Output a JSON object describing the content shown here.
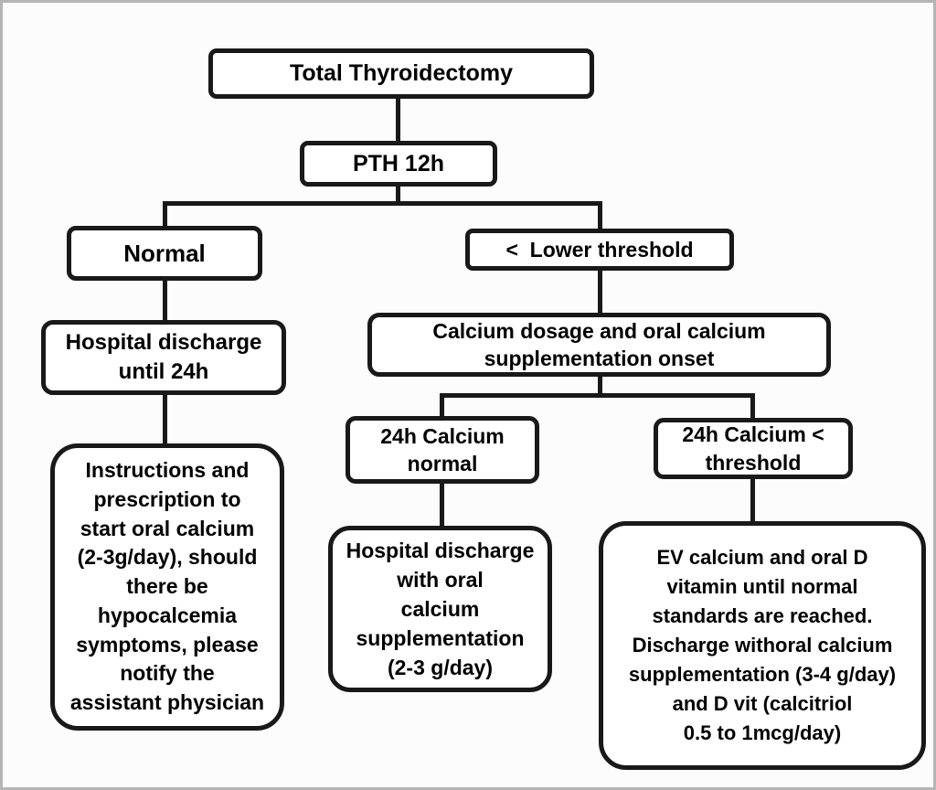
{
  "diagram": {
    "type": "flowchart",
    "colors": {
      "background": "#fcfcfc",
      "frame_border": "#b5b5b5",
      "node_border": "#191919",
      "node_fill": "#ffffff",
      "text": "#000000",
      "edge": "#191919"
    },
    "nodes": {
      "root": {
        "label": "Total Thyroidectomy"
      },
      "pth": {
        "label": "PTH 12h"
      },
      "normal": {
        "label": "Normal"
      },
      "lower_threshold": {
        "label": "<  Lower threshold"
      },
      "discharge_24h": {
        "label": "Hospital discharge\nuntil 24h"
      },
      "calcium_dosage": {
        "label": "Calcium dosage and oral calcium\nsupplementation onset"
      },
      "calcium_24h_normal": {
        "label": "24h Calcium\nnormal"
      },
      "calcium_24h_below": {
        "label": "24h Calcium <\nthreshold"
      },
      "instructions": {
        "label": "Instructions and\nprescription to\nstart oral calcium\n(2-3g/day), should\nthere be\nhypocalcemia\nsymptoms, please\nnotify the\nassistant physician"
      },
      "discharge_oral": {
        "label": "Hospital discharge\nwith oral\ncalcium\nsupplementation\n(2-3 g/day)"
      },
      "ev_calcium": {
        "label": "EV calcium and oral D\nvitamin until normal\nstandards are reached.\nDischarge withoral calcium\nsupplementation (3-4 g/day)\nand D vit (calcitriol\n0.5 to 1mcg/day)"
      }
    },
    "edges": [
      "root->pth",
      "pth->normal",
      "pth->lower_threshold",
      "normal->discharge_24h",
      "discharge_24h->instructions",
      "lower_threshold->calcium_dosage",
      "calcium_dosage->calcium_24h_normal",
      "calcium_dosage->calcium_24h_below",
      "calcium_24h_normal->discharge_oral",
      "calcium_24h_below->ev_calcium"
    ]
  }
}
